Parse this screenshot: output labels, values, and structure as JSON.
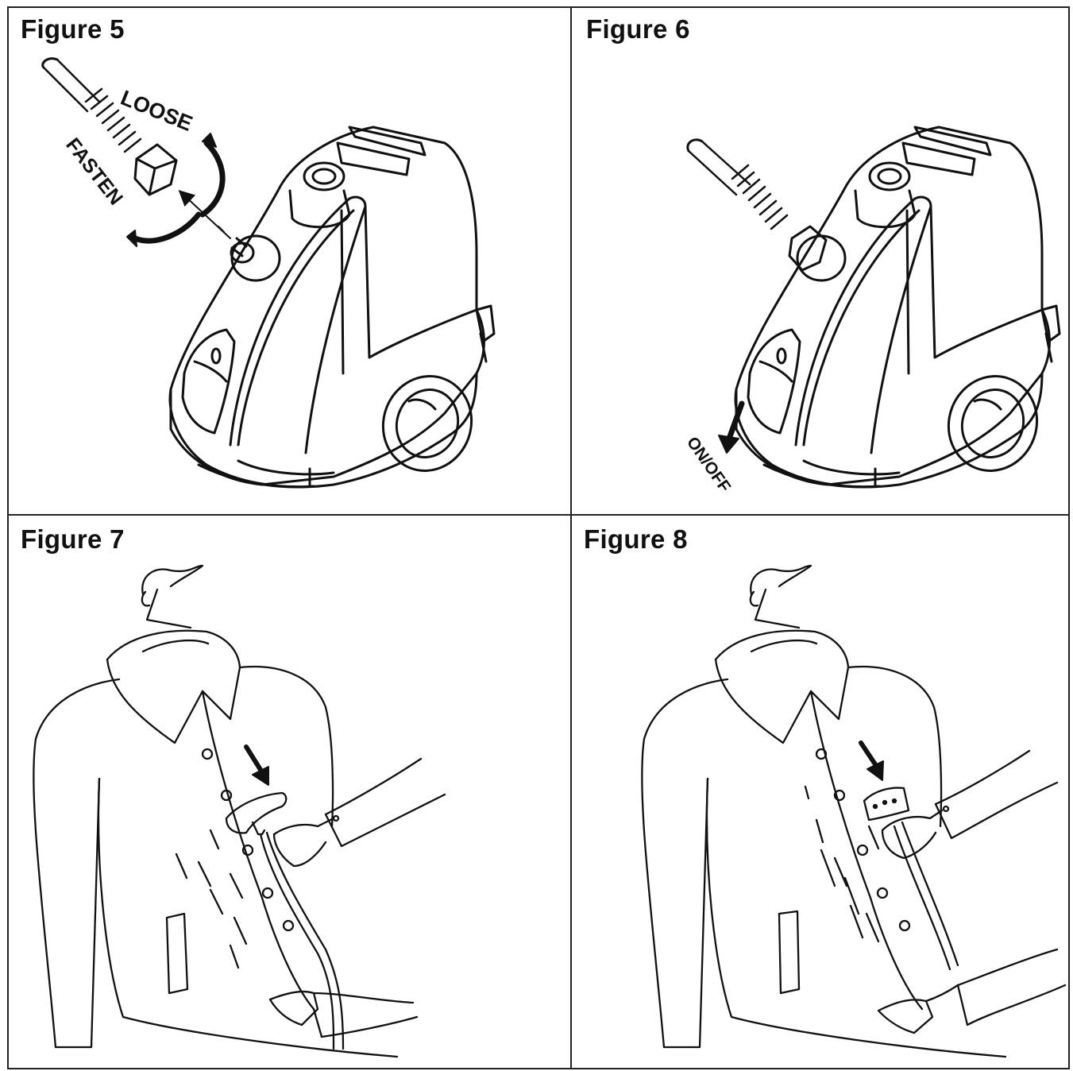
{
  "panels": [
    {
      "title": "Figure 5"
    },
    {
      "title": "Figure 6"
    },
    {
      "title": "Figure 7"
    },
    {
      "title": "Figure 8"
    }
  ],
  "labels": {
    "loose": "LOOSE",
    "fasten": "FASTEN",
    "on_off": "ON/OFF"
  }
}
